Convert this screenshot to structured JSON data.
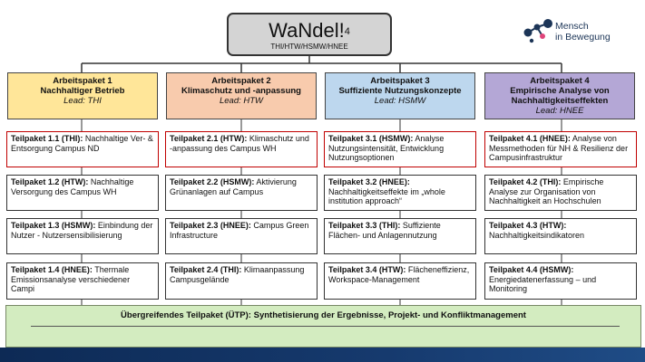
{
  "header": {
    "title": "WaNdel!",
    "title_sup": "4",
    "subtitle": "THI/HTW/HSMW/HNEE"
  },
  "logo": {
    "line1": "Mensch",
    "line2": "in Bewegung"
  },
  "arbeitspakete": [
    {
      "title": "Arbeitspaket 1",
      "name": "Nachhaltiger Betrieb",
      "lead": "Lead: THI",
      "color": "#ffe699"
    },
    {
      "title": "Arbeitspaket 2",
      "name": "Klimaschutz und -anpassung",
      "lead": "Lead: HTW",
      "color": "#f8cbad"
    },
    {
      "title": "Arbeitspaket 3",
      "name": "Suffiziente Nutzungskonzepte",
      "lead": "Lead: HSMW",
      "color": "#bdd7ee"
    },
    {
      "title": "Arbeitspaket 4",
      "name": "Empirische Analyse von Nachhaltigkeitseffekten",
      "lead": "Lead: HNEE",
      "color": "#b4a7d6"
    }
  ],
  "teilpakete": [
    [
      {
        "label": "Teilpaket 1.1 (THI):",
        "text": "Nachhaltige Ver- & Entsorgung Campus ND",
        "highlight": true
      },
      {
        "label": "Teilpaket 1.2 (HTW):",
        "text": "Nachhaltige Versorgung des Campus WH",
        "highlight": false
      },
      {
        "label": "Teilpaket 1.3 (HSMW):",
        "text": "Einbindung der Nutzer - Nutzersensibilisierung",
        "highlight": false
      },
      {
        "label": "Teilpaket 1.4 (HNEE):",
        "text": "Thermale Emissionsanalyse verschiedener Campi",
        "highlight": false
      }
    ],
    [
      {
        "label": "Teilpaket 2.1 (HTW):",
        "text": "Klimaschutz und -anpassung des Campus WH",
        "highlight": true
      },
      {
        "label": "Teilpaket 2.2 (HSMW):",
        "text": "Aktivierung Grünanlagen auf Campus",
        "highlight": false
      },
      {
        "label": "Teilpaket 2.3 (HNEE):",
        "text": "Campus Green Infrastructure",
        "highlight": false
      },
      {
        "label": "Teilpaket 2.4 (THI):",
        "text": "Klimaanpassung Campusgelände",
        "highlight": false
      }
    ],
    [
      {
        "label": "Teilpaket 3.1 (HSMW):",
        "text": "Analyse Nutzungsintensität, Entwicklung Nutzungsoptionen",
        "highlight": true
      },
      {
        "label": "Teilpaket 3.2 (HNEE):",
        "text": "Nachhaltigkeitseffekte im „whole institution approach“",
        "highlight": false
      },
      {
        "label": "Teilpaket 3.3 (THI):",
        "text": "Suffiziente Flächen- und Anlagennutzung",
        "highlight": false
      },
      {
        "label": "Teilpaket 3.4 (HTW):",
        "text": "Flächeneffizienz, Workspace-Management",
        "highlight": false
      }
    ],
    [
      {
        "label": "Teilpaket 4.1 (HNEE):",
        "text": "Analyse von Messmethoden für NH & Resilienz der Campusinfrastruktur",
        "highlight": true
      },
      {
        "label": "Teilpaket 4.2 (THI):",
        "text": "Empirische Analyse zur Organisation von Nachhaltigkeit an Hochschulen",
        "highlight": false
      },
      {
        "label": "Teilpaket 4.3 (HTW):",
        "text": "Nachhaltigkeitsindikatoren",
        "highlight": false
      },
      {
        "label": "Teilpaket 4.4 (HSMW):",
        "text": "Energiedatenerfassung – und Monitoring",
        "highlight": false
      }
    ]
  ],
  "utp": {
    "text": "Übergreifendes Teilpaket (ÜTP): Synthetisierung der Ergebnisse, Projekt- und Konfliktmanagement"
  },
  "colors": {
    "highlight_border": "#c00000",
    "utp_background": "#d3ecc0",
    "bottom_band": "#163a6e"
  }
}
